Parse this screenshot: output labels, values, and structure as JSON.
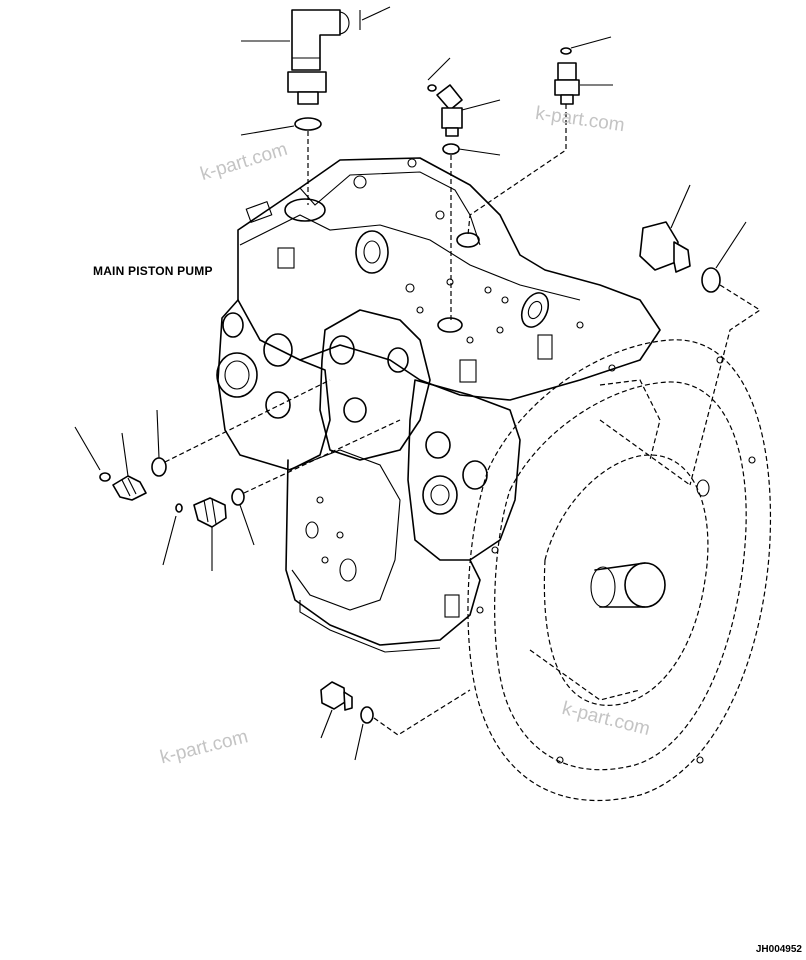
{
  "labels": {
    "assembly_name": "MAIN PISTON PUMP",
    "drawing_code": "JH004952"
  },
  "watermark": {
    "text": "k-part.com",
    "color": "#c4c4c4"
  },
  "colors": {
    "line": "#000000",
    "background": "#ffffff"
  }
}
